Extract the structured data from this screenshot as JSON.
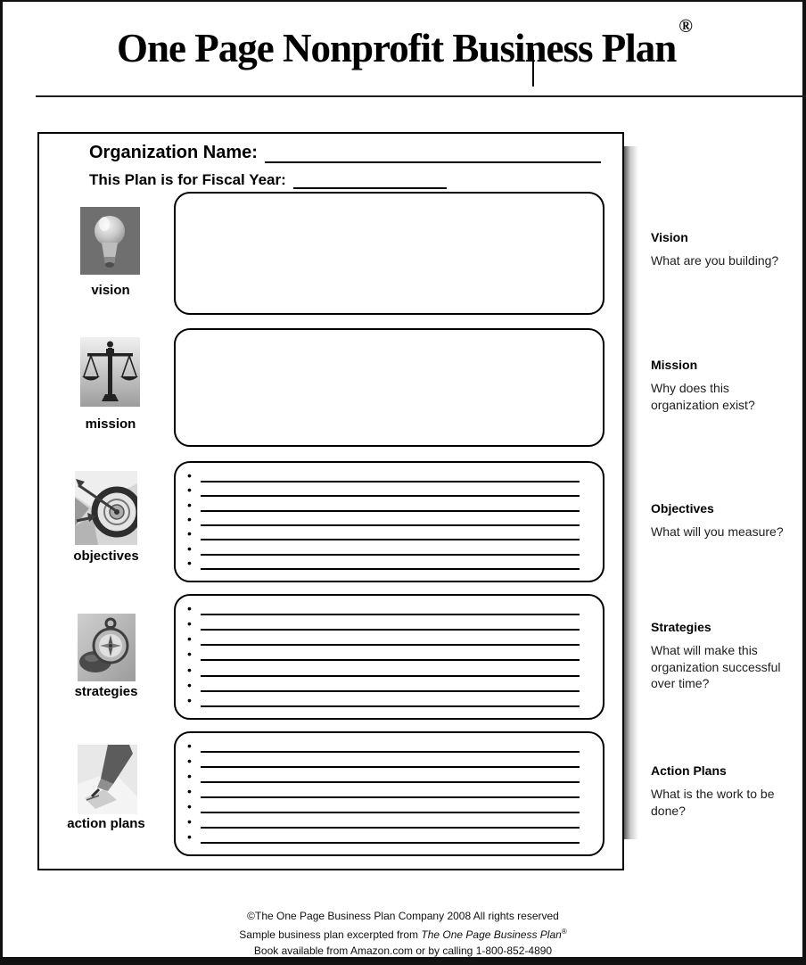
{
  "header": {
    "title": "One Page Nonprofit Business Plan",
    "registered_mark": "®"
  },
  "form": {
    "organization_name_label": "Organization Name:",
    "organization_name_value": "",
    "fiscal_year_label": "This Plan is for Fiscal Year:",
    "fiscal_year_value": "",
    "bullet_glyph": "•",
    "rows": [
      {
        "id": "vision",
        "label": "vision",
        "icon": "lightbulb-icon",
        "bullet_count": 0
      },
      {
        "id": "mission",
        "label": "mission",
        "icon": "scales-icon",
        "bullet_count": 0
      },
      {
        "id": "objectives",
        "label": "objectives",
        "icon": "dartboard-icon",
        "bullet_count": 7
      },
      {
        "id": "strategies",
        "label": "strategies",
        "icon": "compass-icon",
        "bullet_count": 7
      },
      {
        "id": "action-plans",
        "label": "action plans",
        "icon": "writing-hand-icon",
        "bullet_count": 7
      }
    ]
  },
  "annotations": [
    {
      "title": "Vision",
      "description": "What are you building?"
    },
    {
      "title": "Mission",
      "description": "Why does this organization exist?"
    },
    {
      "title": "Objectives",
      "description": "What will you measure?"
    },
    {
      "title": "Strategies",
      "description": "What will make this organization successful over time?"
    },
    {
      "title": "Action Plans",
      "description": "What is the work to be done?"
    }
  ],
  "footer": {
    "line1": "©The One Page Business Plan Company 2008 All rights reserved",
    "line2_prefix": "Sample business plan excerpted from ",
    "line2_book_title": "The One Page Business Plan",
    "line2_mark": "®",
    "line3": "Book available from Amazon.com or by calling 1-800-852-4890"
  },
  "colors": {
    "ink": "#000000",
    "page_border": "#101010",
    "shadow_gray": "#2d2d2d"
  }
}
